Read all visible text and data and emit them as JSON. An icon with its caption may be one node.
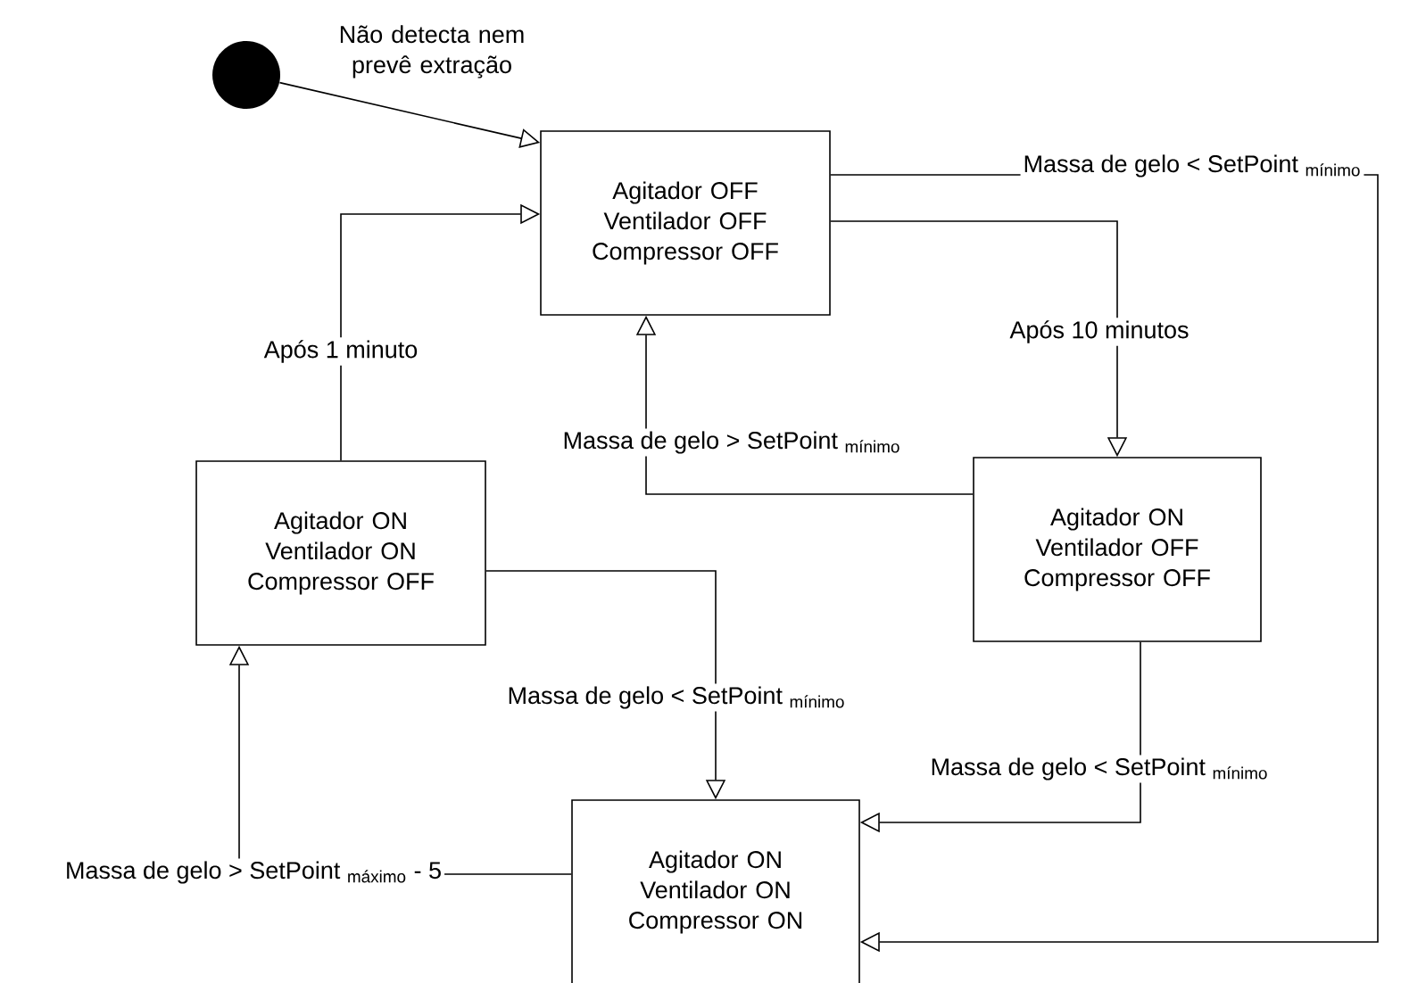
{
  "diagram": {
    "nodes": [
      {
        "text": [],
        "shape": "circle",
        "beside": [
          "Não detecta nem prevê extração"
        ]
      },
      {
        "text": [
          "Agitador OFF Ventilador OFF Compressor OFF"
        ]
      },
      {
        "text": [
          "Agitador ON Ventilador OFF Compressor OFF"
        ]
      },
      {
        "text": [
          "Agitador ON Ventilador ON Compressor OFF"
        ]
      },
      {
        "text": [
          "Agitador ON Ventilador ON Compressor ON"
        ]
      }
    ],
    "edges": [
      {
        "from": 0,
        "to": 1,
        "arrow": "to"
      },
      {
        "from": 1,
        "to": 2,
        "arrow": "to",
        "label": "Após 10 minutos"
      },
      {
        "from": 2,
        "to": 1,
        "arrow": "to",
        "label": "Massa de gelo > SetPoint $_{mínimo}$"
      },
      {
        "from": 1,
        "to": 4,
        "arrow": "to",
        "label": "Massa de gelo < SetPoint $_{mínimo}$"
      },
      {
        "from": 3,
        "to": 1,
        "arrow": "to",
        "label": "Após 1 minuto"
      },
      {
        "from": 3,
        "to": 4,
        "arrow": "to",
        "label": "Massa de gelo < SetPoint $_{mínimo}$"
      },
      {
        "from": 2,
        "to": 4,
        "arrow": "to",
        "label": "Massa de gelo < SetPoint $_{mínimo}$"
      },
      {
        "from": 4,
        "to": 3,
        "arrow": "to",
        "label": "Massa de gelo > SetPoint $_{máximo}$ - 5"
      }
    ]
  }
}
